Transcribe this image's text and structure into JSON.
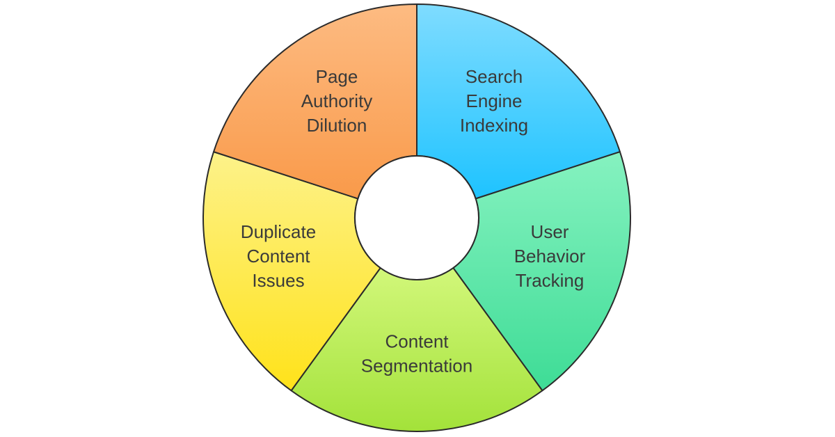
{
  "diagram": {
    "type": "segmented-ring",
    "segments": [
      {
        "id": "search-engine-indexing",
        "lines": [
          "Search",
          "Engine",
          "Indexing"
        ],
        "color_top": "#7fdcff",
        "color_bottom": "#1ec3ff"
      },
      {
        "id": "user-behavior-tracking",
        "lines": [
          "User",
          "Behavior",
          "Tracking"
        ],
        "color_top": "#86f2c0",
        "color_bottom": "#3edc96"
      },
      {
        "id": "content-segmentation",
        "lines": [
          "Content",
          "Segmentation"
        ],
        "color_top": "#d2f77a",
        "color_bottom": "#a3e23a"
      },
      {
        "id": "duplicate-content-issues",
        "lines": [
          "Duplicate",
          "Content",
          "Issues"
        ],
        "color_top": "#fdf28a",
        "color_bottom": "#ffe21a"
      },
      {
        "id": "page-authority-dilution",
        "lines": [
          "Page",
          "Authority",
          "Dilution"
        ],
        "color_top": "#fdbb82",
        "color_bottom": "#f99a4a"
      }
    ],
    "center_color": "#ffffff",
    "outline_color": "#2b2b2b",
    "text_color": "#3a3a3a"
  }
}
